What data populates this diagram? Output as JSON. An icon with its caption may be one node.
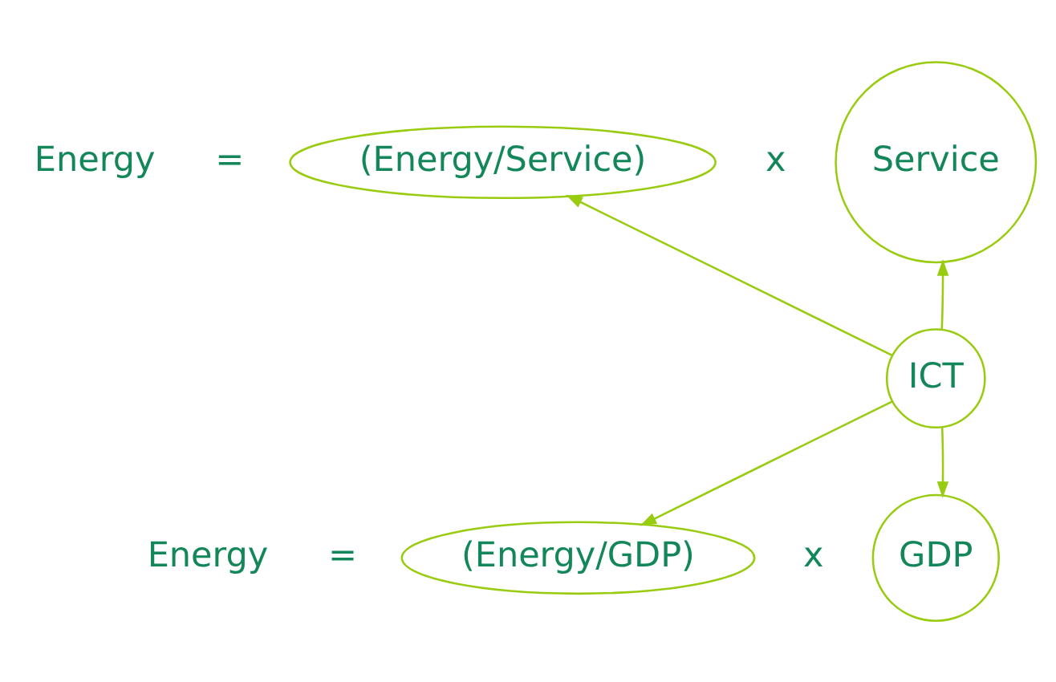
{
  "diagram": {
    "nodes": [
      {
        "text": [
          "(Energy/Service)"
        ]
      },
      {
        "text": [
          "Service"
        ]
      },
      {
        "text": [
          "ICT"
        ]
      },
      {
        "text": [
          "(Energy/GDP)"
        ]
      },
      {
        "text": [
          "GDP"
        ]
      }
    ],
    "edges": [
      {
        "from": 2,
        "to": 0,
        "arrow": "to"
      },
      {
        "from": 2,
        "to": 1,
        "arrow": "to"
      },
      {
        "from": 2,
        "to": 3,
        "arrow": "to"
      },
      {
        "from": 2,
        "to": 4,
        "arrow": "to"
      }
    ],
    "labels": [
      "Energy",
      "=",
      "x",
      "Energy",
      "=",
      "x"
    ]
  }
}
